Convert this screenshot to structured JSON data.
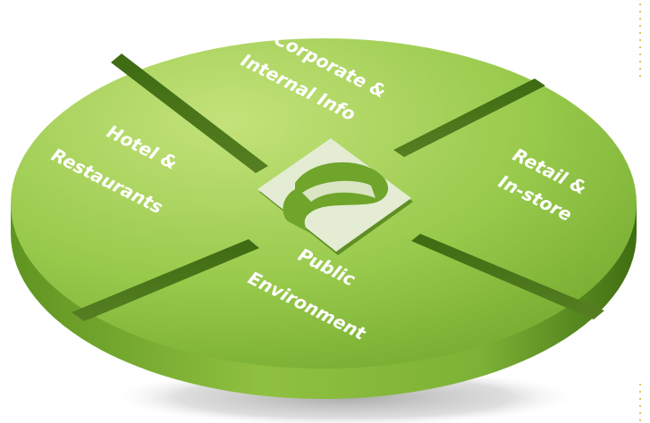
{
  "segments": {
    "corporate": {
      "line1": "Corporate &",
      "line2": "Internal Info"
    },
    "hotel": {
      "line1": "Hotel &",
      "line2": "Restaurants"
    },
    "retail": {
      "line1": "Retail &",
      "line2": "In-store"
    },
    "public": {
      "line1": "Public",
      "line2": "Environment"
    }
  },
  "logo": {
    "name": "s-logo-icon"
  },
  "colors": {
    "top_light": "#b9dc6c",
    "top_dark": "#6fa52a",
    "side_light": "#8fc040",
    "side_dark": "#3f6d12",
    "logo_tile": "#e4ecd4"
  }
}
